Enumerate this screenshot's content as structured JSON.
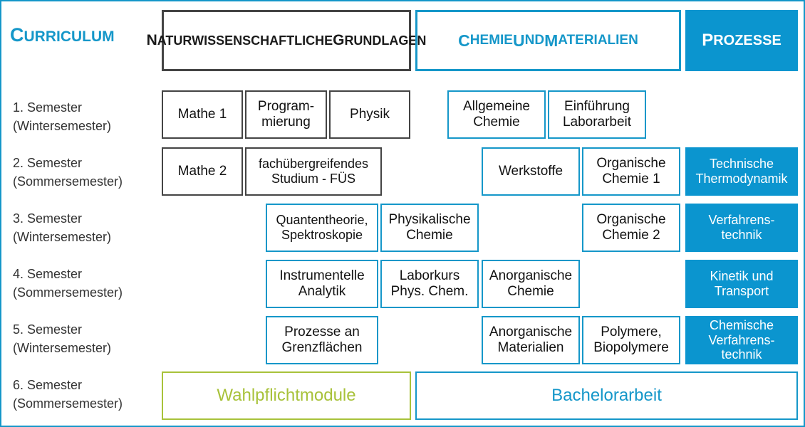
{
  "title": "Curriculum",
  "colors": {
    "accent": "#1597c9",
    "fill": "#0b95cf",
    "grey_border": "#444444",
    "wahlpflicht": "#a8c23a"
  },
  "headers": {
    "grundlagen": "Naturwissenschaftliche\nGrundlagen",
    "chemie": "Chemie und Materialien",
    "prozesse": "Prozesse"
  },
  "semesters": [
    "1. Semester\n(Wintersemester)",
    "2. Semester\n(Sommersemester)",
    "3. Semester\n(Wintersemester)",
    "4. Semester\n(Sommersemester)",
    "5. Semester\n(Wintersemester)",
    "6. Semester\n(Sommersemester)"
  ],
  "modules": {
    "mathe1": "Mathe 1",
    "programmierung": "Program-\nmierung",
    "physik": "Physik",
    "allgemeine_chemie": "Allgemeine\nChemie",
    "laborarbeit": "Einführung\nLaborarbeit",
    "mathe2": "Mathe 2",
    "fues": "fachübergreifendes\nStudium - FÜS",
    "werkstoffe": "Werkstoffe",
    "oc1": "Organische\nChemie 1",
    "thermodynamik": "Technische\nThermodynamik",
    "quantentheorie": "Quantentheorie,\nSpektroskopie",
    "physikalische_chemie": "Physikalische\nChemie",
    "oc2": "Organische\nChemie 2",
    "verfahrenstechnik": "Verfahrens-\ntechnik",
    "analytik": "Instrumentelle\nAnalytik",
    "laborkurs": "Laborkurs\nPhys. Chem.",
    "anorganische_chemie": "Anorganische\nChemie",
    "kinetik": "Kinetik und\nTransport",
    "grenzflaechen": "Prozesse an\nGrenzflächen",
    "anorg_materialien": "Anorganische\nMaterialien",
    "polymere": "Polymere,\nBiopolymere",
    "chem_verfahrenstechnik": "Chemische\nVerfahrens-\ntechnik",
    "wahlpflicht": "Wahlpflichtmodule",
    "bachelorarbeit": "Bachelorarbeit"
  }
}
